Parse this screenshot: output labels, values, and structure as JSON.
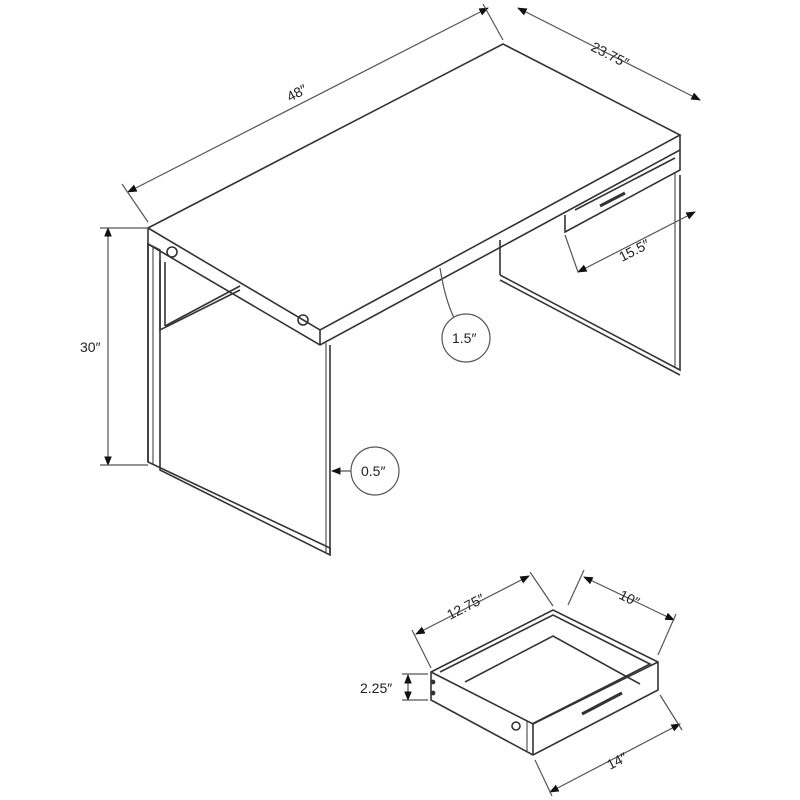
{
  "diagram": {
    "subject": "Desk with glass legs and drawer - dimension drawing",
    "colors": {
      "line": "#333333",
      "dim_line": "#555555",
      "background": "#ffffff"
    },
    "desk": {
      "width_label": "48″",
      "depth_label": "23.75″",
      "height_label": "30″",
      "knee_depth_label": "15.5″",
      "top_thickness_label": "1.5″",
      "glass_thickness_label": "0.5″"
    },
    "drawer": {
      "width_label": "12.75″",
      "depth_label": "10″",
      "height_label": "2.25″",
      "length_label": "14″"
    }
  }
}
